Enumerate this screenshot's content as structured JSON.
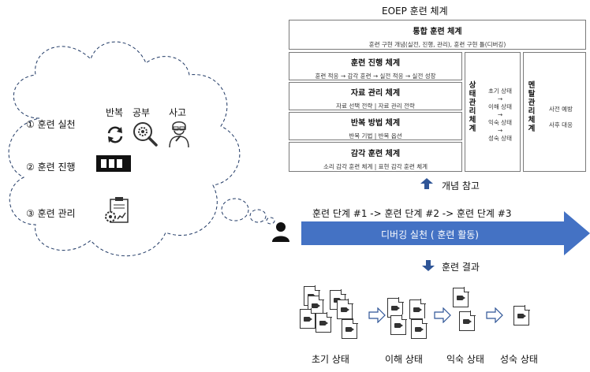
{
  "title": "EOEP 훈련 체계",
  "integrated": {
    "title": "통합 훈련 체계",
    "sub": "훈련 구현 개념(실전, 진행, 관리), 훈련 구현 틀(디버깅)"
  },
  "blocks": [
    {
      "title": "훈련 진행 체계",
      "sub": "훈련 적응 → 감각 훈련 → 실전 적응 → 실전 성장"
    },
    {
      "title": "자료 관리 체계",
      "sub": "자료 선택 전략 | 자료 관리 전략"
    },
    {
      "title": "반복 방법 체계",
      "sub": "반복 기법 | 반복 옵션"
    },
    {
      "title": "감각 훈련 체계",
      "sub": "소리 감각 훈련 체계 | 표현 감각 훈련 체계"
    }
  ],
  "state_system": {
    "title_chars": [
      "상",
      "태",
      "관",
      "리",
      "체",
      "계"
    ],
    "states": [
      "초기 상태",
      "이해 상태",
      "익숙 상태",
      "성숙 상태"
    ]
  },
  "mental_system": {
    "title_chars": [
      "멘",
      "탈",
      "관",
      "리",
      "체",
      "계"
    ],
    "items": [
      "사전 예방",
      "사후 대응"
    ]
  },
  "reference": "개념 참고",
  "cloud": {
    "items": [
      "① 훈련 실천",
      "② 훈련 진행",
      "③ 훈련 관리"
    ],
    "labels": [
      "반복",
      "공부",
      "사고"
    ]
  },
  "stages_text": "훈련 단계 #1 -> 훈련 단계 #2 -> 훈련 단계 #3",
  "arrow_text": "디버깅 실천  ( 훈련 활동)",
  "result": "훈련 결과",
  "result_states": [
    "초기 상태",
    "이해 상태",
    "익숙 상태",
    "성숙 상태"
  ],
  "colors": {
    "arrow_blue": "#4472c4",
    "box_border": "#7a7a7a"
  },
  "icons": [
    "repeat-icon",
    "study-gear-icon",
    "thinking-person-icon",
    "progress-bar-icon",
    "management-clipboard-icon",
    "person-icon",
    "up-arrow-icon",
    "down-arrow-icon",
    "document-video-icon"
  ]
}
